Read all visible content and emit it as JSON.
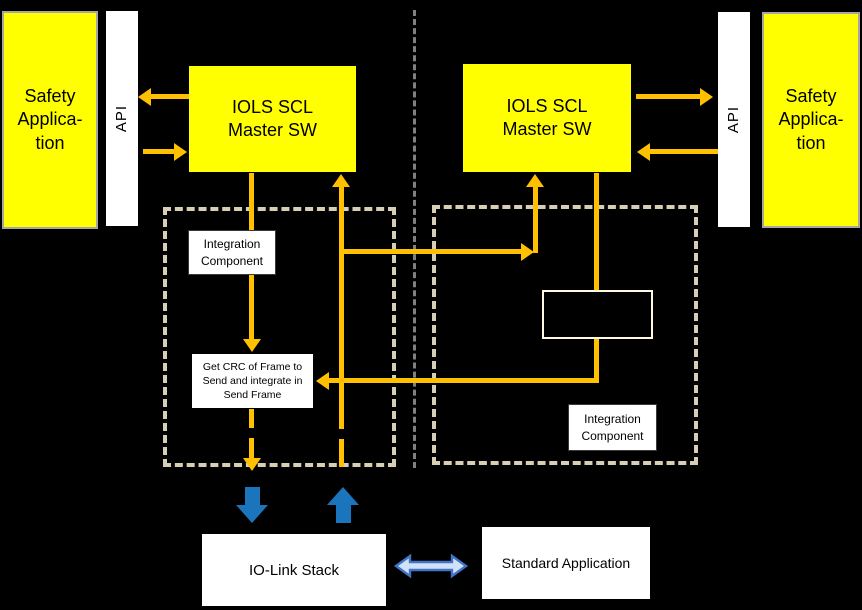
{
  "colors": {
    "background": "#000000",
    "highlight_yellow": "#FFFF00",
    "connector_orange": "#FFC000",
    "stack_arrow_blue": "#1B75BC",
    "exchange_arrow_outline": "#4472C4",
    "exchange_arrow_fill": "#CFE2F9",
    "integration_dash": "#D6CEB5",
    "channel_divider_dash": "#808080"
  },
  "left_channel": {
    "safety_application": "Safety\nApplica-\ntion",
    "api": "API",
    "master": "IOLS SCL\nMaster SW",
    "integration_component": "Integration\nComponent",
    "crc_function": "Get CRC of Frame to\nSend and integrate in\nSend Frame"
  },
  "right_channel": {
    "master": "IOLS SCL\nMaster SW",
    "api": "API",
    "safety_application": "Safety\nApplica-\ntion",
    "integration_component": "Integration\nComponent"
  },
  "shared": {
    "io_link_stack": "IO-Link Stack",
    "standard_application": "Standard Application"
  }
}
